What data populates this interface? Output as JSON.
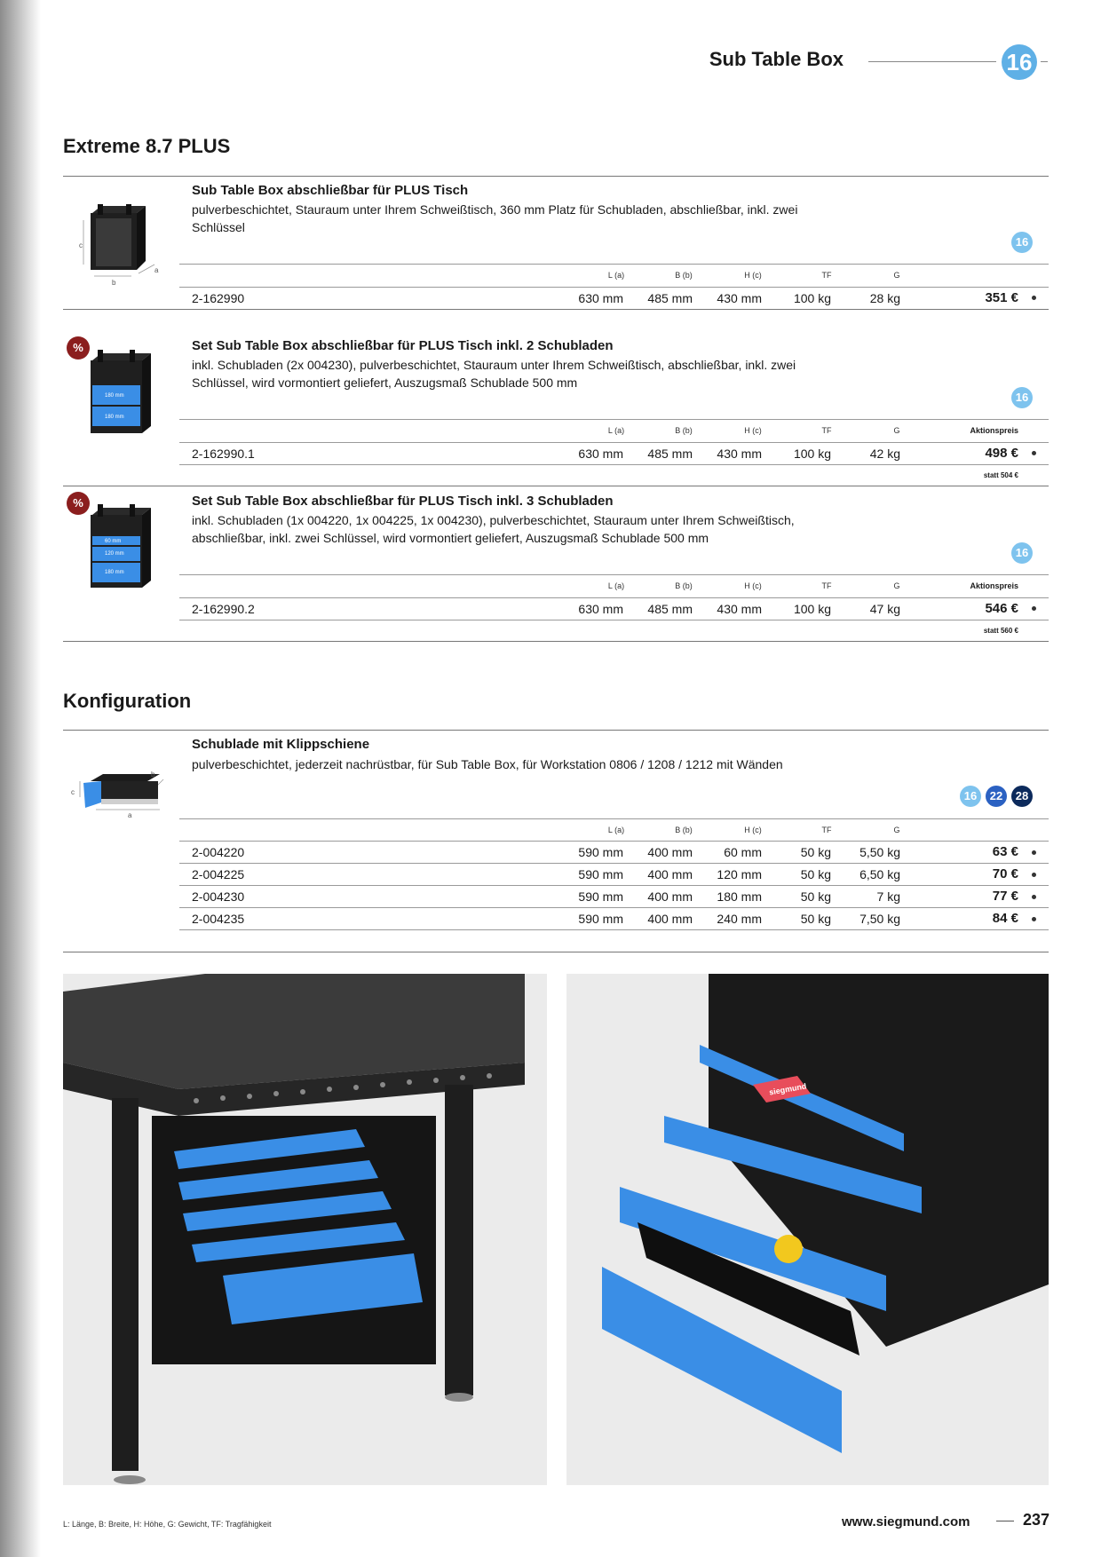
{
  "header": {
    "title": "Sub Table Box",
    "chapter": "16"
  },
  "sections": {
    "extreme": "Extreme 8.7 PLUS",
    "konfig": "Konfiguration"
  },
  "columns": {
    "l": "L (a)",
    "b": "B (b)",
    "h": "H (c)",
    "tf": "TF",
    "g": "G",
    "aktion": "Aktionspreis"
  },
  "dim_labels": {
    "a": "a",
    "b": "b",
    "c": "c"
  },
  "percent_icon": "%",
  "drawer_labels": {
    "d180a": "180 mm",
    "d180b": "180 mm",
    "d60": "60 mm",
    "d120": "120 mm",
    "d180c": "180 mm"
  },
  "products": [
    {
      "title": "Sub Table Box abschließbar für PLUS Tisch",
      "desc1": "pulverbeschichtet, Stauraum unter Ihrem Schweißtisch, 360 mm Platz für Schubladen, abschließbar, inkl. zwei",
      "desc2": "Schlüssel",
      "badge": "16",
      "sku": "2-162990",
      "l": "630 mm",
      "b": "485 mm",
      "h": "430 mm",
      "tf": "100 kg",
      "g": "28 kg",
      "price": "351 €"
    },
    {
      "title": "Set Sub Table Box abschließbar für PLUS Tisch inkl. 2 Schubladen",
      "desc1": "inkl. Schubladen (2x 004230), pulverbeschichtet, Stauraum unter Ihrem Schweißtisch, abschließbar, inkl. zwei",
      "desc2": "Schlüssel, wird vormontiert geliefert, Auszugsmaß Schublade 500 mm",
      "badge": "16",
      "sku": "2-162990.1",
      "l": "630 mm",
      "b": "485 mm",
      "h": "430 mm",
      "tf": "100 kg",
      "g": "42 kg",
      "price": "498 €",
      "statt": "statt 504 €"
    },
    {
      "title": "Set Sub Table Box abschließbar für PLUS Tisch inkl. 3 Schubladen",
      "desc1": "inkl. Schubladen (1x 004220, 1x 004225, 1x 004230), pulverbeschichtet, Stauraum unter Ihrem Schweißtisch,",
      "desc2": "abschließbar, inkl. zwei Schlüssel, wird vormontiert geliefert, Auszugsmaß Schublade 500 mm",
      "badge": "16",
      "sku": "2-162990.2",
      "l": "630 mm",
      "b": "485 mm",
      "h": "430 mm",
      "tf": "100 kg",
      "g": "47 kg",
      "price": "546 €",
      "statt": "statt 560 €"
    }
  ],
  "drawer": {
    "title": "Schublade mit Klippschiene",
    "desc": "pulverbeschichtet, jederzeit nachrüstbar, für Sub Table Box, für Workstation 0806 / 1208 / 1212 mit Wänden",
    "badges": [
      "16",
      "22",
      "28"
    ],
    "rows": [
      {
        "sku": "2-004220",
        "l": "590 mm",
        "b": "400 mm",
        "h": "60 mm",
        "tf": "50 kg",
        "g": "5,50 kg",
        "price": "63 €"
      },
      {
        "sku": "2-004225",
        "l": "590 mm",
        "b": "400 mm",
        "h": "120 mm",
        "tf": "50 kg",
        "g": "6,50 kg",
        "price": "70 €"
      },
      {
        "sku": "2-004230",
        "l": "590 mm",
        "b": "400 mm",
        "h": "180 mm",
        "tf": "50 kg",
        "g": "7 kg",
        "price": "77 €"
      },
      {
        "sku": "2-004235",
        "l": "590 mm",
        "b": "400 mm",
        "h": "240 mm",
        "tf": "50 kg",
        "g": "7,50 kg",
        "price": "84 €"
      }
    ]
  },
  "photo_text": {
    "brand": "siegmund"
  },
  "footer": {
    "legend": "L: Länge, B: Breite, H: Höhe, G: Gewicht, TF: Tragfähigkeit",
    "url": "www.siegmund.com",
    "page": "237"
  },
  "colors": {
    "accent": "#5fb0e6",
    "blue_drawer": "#3a8ee6",
    "badge_dark": "#0c2a5c",
    "sale": "#8b1e1e"
  }
}
